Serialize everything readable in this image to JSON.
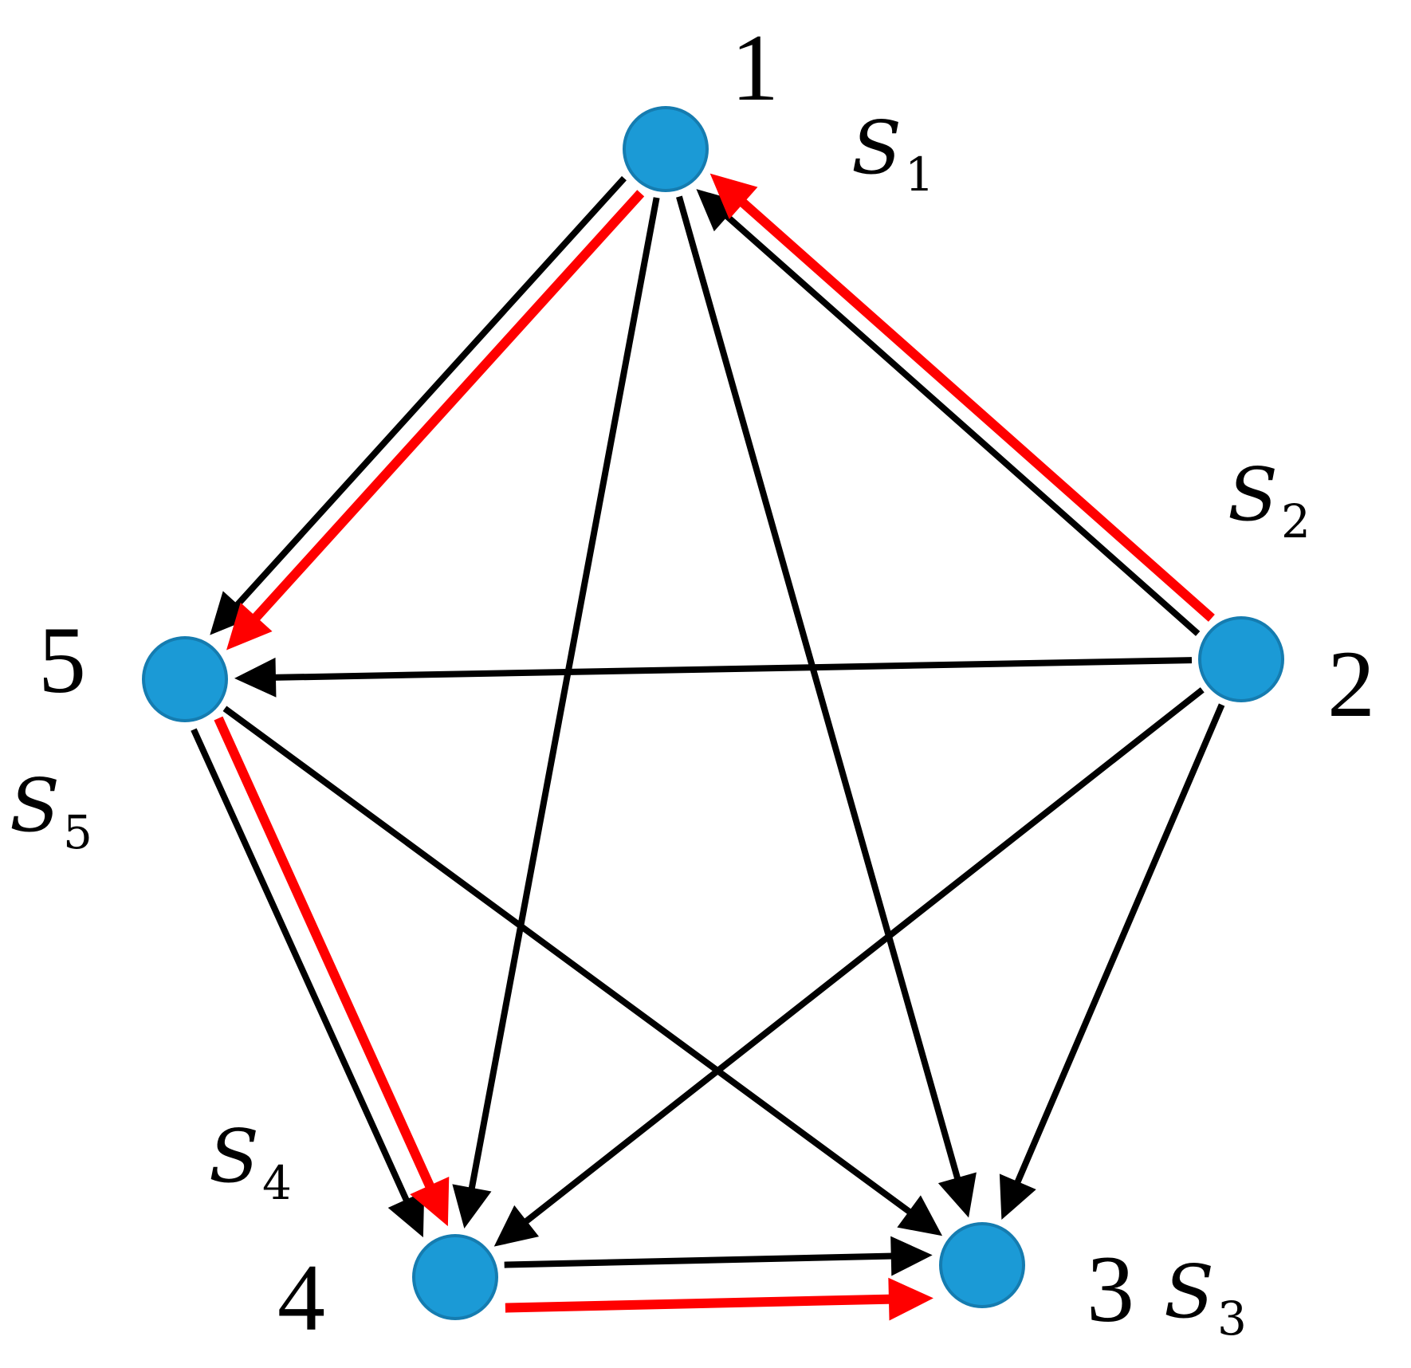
{
  "diagram": {
    "nodes": [
      {
        "id": "1",
        "number": "1",
        "s_letter": "S",
        "s_sub": "1",
        "color": "#1b9ad6"
      },
      {
        "id": "2",
        "number": "2",
        "s_letter": "S",
        "s_sub": "2",
        "color": "#1b9ad6"
      },
      {
        "id": "3",
        "number": "3",
        "s_letter": "S",
        "s_sub": "3",
        "color": "#1b9ad6"
      },
      {
        "id": "4",
        "number": "4",
        "s_letter": "S",
        "s_sub": "4",
        "color": "#1b9ad6"
      },
      {
        "id": "5",
        "number": "5",
        "s_letter": "S",
        "s_sub": "5",
        "color": "#1b9ad6"
      }
    ],
    "edges": [
      {
        "from": "2",
        "to": "1",
        "color": "#000000"
      },
      {
        "from": "1",
        "to": "5",
        "color": "#000000"
      },
      {
        "from": "1",
        "to": "4",
        "color": "#000000"
      },
      {
        "from": "1",
        "to": "3",
        "color": "#000000"
      },
      {
        "from": "2",
        "to": "5",
        "color": "#000000"
      },
      {
        "from": "2",
        "to": "4",
        "color": "#000000"
      },
      {
        "from": "2",
        "to": "3",
        "color": "#000000"
      },
      {
        "from": "5",
        "to": "4",
        "color": "#000000"
      },
      {
        "from": "5",
        "to": "3",
        "color": "#000000"
      },
      {
        "from": "4",
        "to": "3",
        "color": "#000000"
      }
    ],
    "highlighted_path": {
      "color": "#ff0000",
      "edges": [
        {
          "from": "2",
          "to": "1"
        },
        {
          "from": "1",
          "to": "5"
        },
        {
          "from": "5",
          "to": "4"
        },
        {
          "from": "4",
          "to": "3"
        }
      ]
    }
  }
}
